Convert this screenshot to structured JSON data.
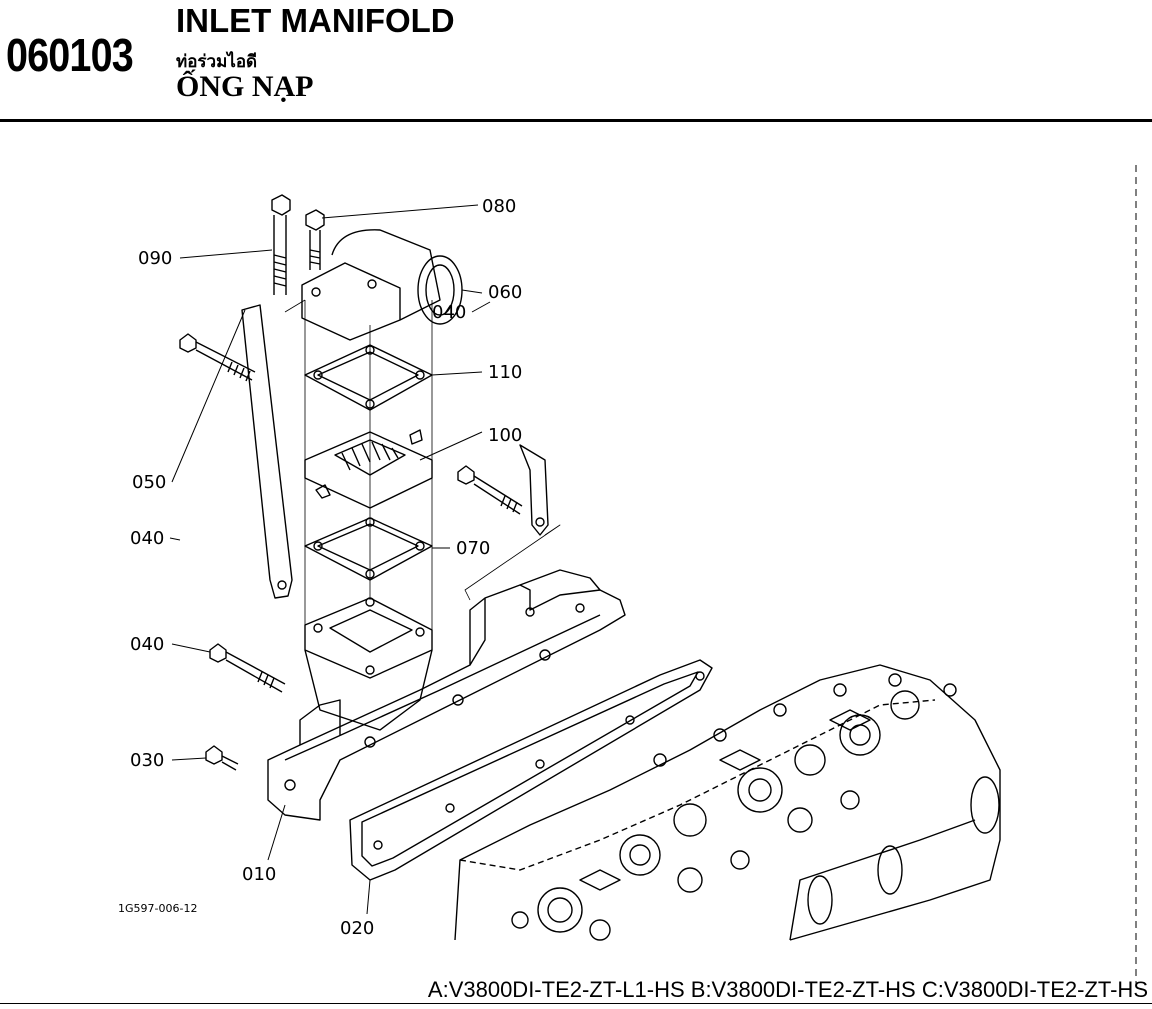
{
  "header": {
    "code": "060103",
    "title_en": "INLET MANIFOLD",
    "title_th": "ท่อร่วมไอดี",
    "title_vi": "ỐNG NẠP"
  },
  "diagram": {
    "ref_code": "1G597-006-12",
    "callouts": [
      "090",
      "080",
      "060",
      "110",
      "100",
      "050",
      "040",
      "040",
      "070",
      "040",
      "030",
      "010",
      "020"
    ]
  },
  "footer": {
    "models": "A:V3800DI-TE2-ZT-L1-HS B:V3800DI-TE2-ZT-HS C:V3800DI-TE2-ZT-HS"
  }
}
